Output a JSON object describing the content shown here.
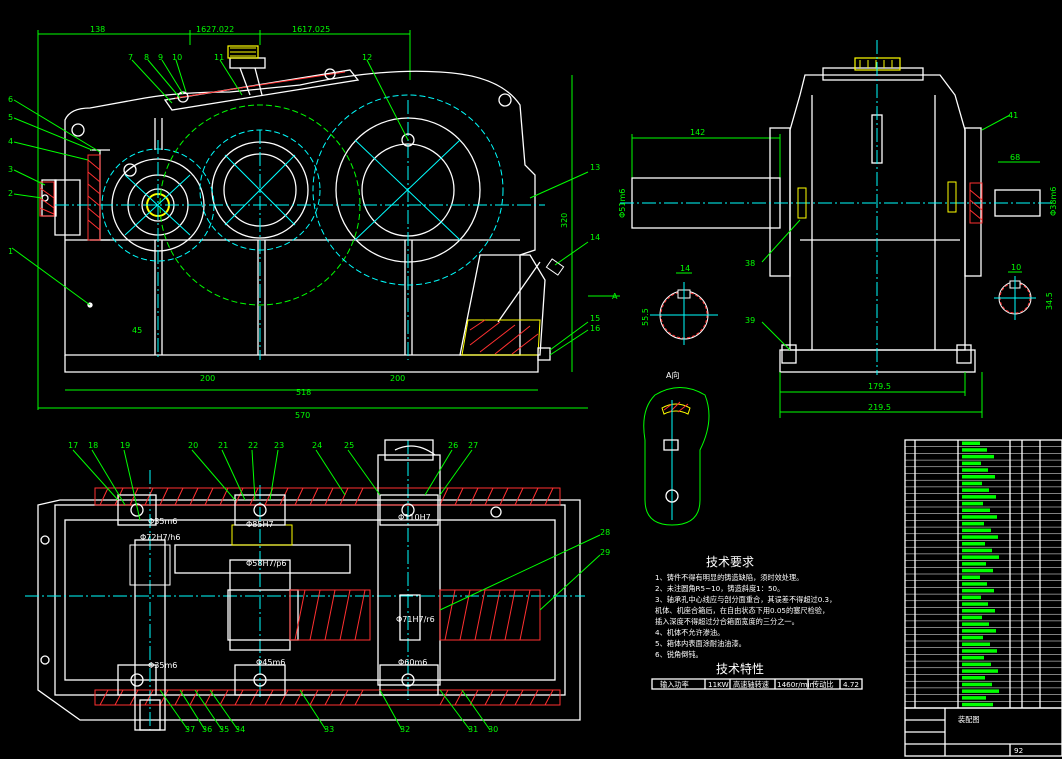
{
  "dimensions": {
    "d138": "138",
    "d1627": "1627.022",
    "d1617": "1617.025",
    "d320": "320",
    "d45": "45",
    "d200a": "200",
    "d200b": "200",
    "d518": "518",
    "d570": "570",
    "d142": "142",
    "d51m6": "Φ51m6",
    "d68": "68",
    "d38m6": "Φ38m6",
    "d55": "55.5",
    "d14": "14",
    "d10": "10",
    "d345": "34.5",
    "d1795": "179.5",
    "d2195": "219.5",
    "arrowA": "A"
  },
  "sectionLabel": "A向",
  "bottomDims": {
    "b1": "Φ35m6",
    "b2": "Φ72H7/h6",
    "b3": "Φ85H7",
    "b4": "Φ58H7/p6",
    "b5": "Φ110H7",
    "b6": "Φ71H7/r6",
    "b7": "Φ35m6",
    "b8": "Φ45m6",
    "b9": "Φ60m6"
  },
  "techReq": {
    "title": "技术要求",
    "items": [
      "1、铸件不得有明显的铸造缺陷，须时效处理。",
      "2、未注圆角R5~10，铸造斜度1：50。",
      "3、轴承孔中心线应与剖分面重合，其误差不得超过0.3，",
      "   机体、机座合箱后，在自由状态下用0.05的塞尺检验，",
      "   插入深度不得超过分合箱面宽度的三分之一。",
      "4、机体不允许渗油。",
      "5、箱体内表面涂耐油油漆。",
      "6、锐角倒钝。"
    ]
  },
  "techSpec": {
    "title": "技术特性",
    "inputPowerLabel": "输入功率",
    "inputPowerValue": "11KW",
    "speedLabel": "高速轴转速",
    "speedValue": "1460r/min",
    "ratioLabel": "传动比",
    "ratioValue": "4.72"
  },
  "titleBlock": {
    "name": "装配图",
    "sheet": "92"
  },
  "colors": {
    "bg": "#000000",
    "outline": "#ffffff",
    "leader": "#00ff00",
    "center": "#00ffff",
    "section": "#ff3030",
    "highlight": "#ffff00"
  }
}
